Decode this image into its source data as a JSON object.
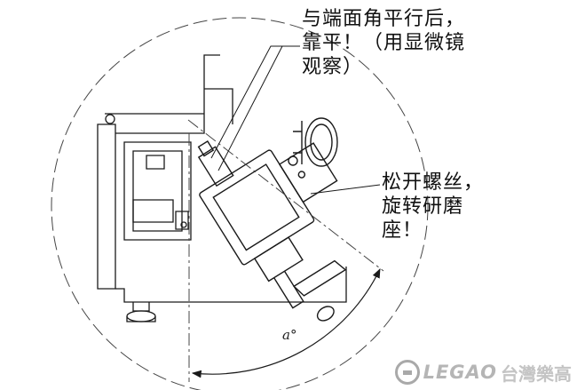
{
  "callouts": {
    "top": "与端面角平行后，\n靠平！（用显微镜\n观察）",
    "right": "松开螺丝，\n旋转研磨\n座！"
  },
  "angle_label": "a°",
  "logo": {
    "brand": "LEGAO",
    "chinese": "台灣樂高"
  },
  "colors": {
    "line": "#1a1a1a",
    "dashed": "#444444",
    "logo": "#b0b0b0"
  }
}
